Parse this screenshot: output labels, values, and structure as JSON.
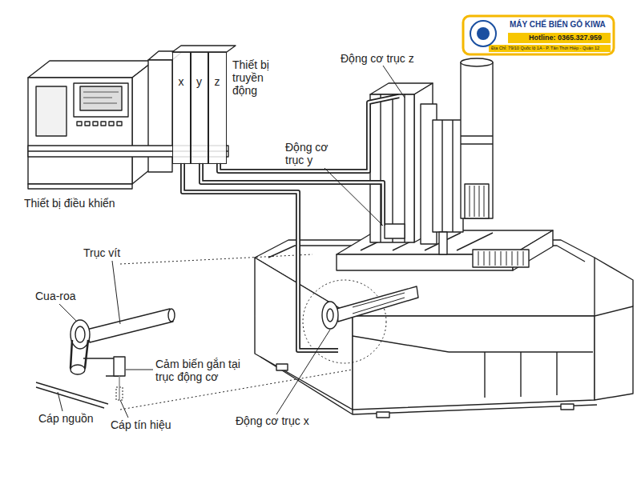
{
  "diagram": {
    "nodes": [
      {
        "text": [
          "Thiết bị điều khiển"
        ]
      },
      {
        "text": [
          "Thiết bị truyền động"
        ]
      },
      {
        "text": [
          "x"
        ],
        "in": 1
      },
      {
        "text": [
          "y"
        ],
        "in": 1
      },
      {
        "text": [
          "z"
        ],
        "in": 1
      }
    ],
    "labels": [
      "Động cơ trục z",
      "Động cơ trục y",
      "Trục vít",
      "Cua-roa",
      "Cảm biến gắn tại trục động cơ",
      "Cáp nguồn",
      "Cáp tín hiệu",
      "Động cơ trục x",
      "MÁY CHẾ BIẾN GỖ KIWA",
      "Hotline: 0365.327.959",
      "Địa Chỉ: 79/10 Quốc lộ 1A - P. Tân Thới Hiệp - Quận 12"
    ]
  }
}
